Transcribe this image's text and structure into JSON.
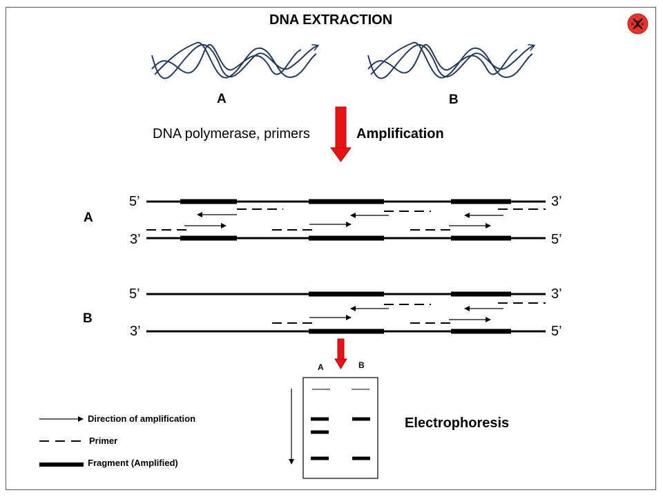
{
  "title": "DNA EXTRACTION",
  "samples": {
    "a": "A",
    "b": "B"
  },
  "step": {
    "reagents": "DNA polymerase, primers",
    "process": "Amplification"
  },
  "strand_rows": [
    {
      "label": "A",
      "top_left": "5’",
      "top_right": "3’",
      "bottom_left": "3’",
      "bottom_right": "5’"
    },
    {
      "label": "B",
      "top_left": "5’",
      "top_right": "3’",
      "bottom_left": "3’",
      "bottom_right": "5’"
    }
  ],
  "gel": {
    "lane_a": "A",
    "lane_b": "B",
    "method": "Electrophoresis"
  },
  "legend": {
    "direction": "Direction of amplification",
    "primer": "Primer",
    "fragment": "Fragment (Amplified)"
  },
  "logo": {
    "icon": "biology-badge-icon",
    "letters": [
      "B",
      "K"
    ],
    "color": "#e8322c"
  },
  "colors": {
    "arrow": "#e81414",
    "wave": "#243a5e"
  }
}
